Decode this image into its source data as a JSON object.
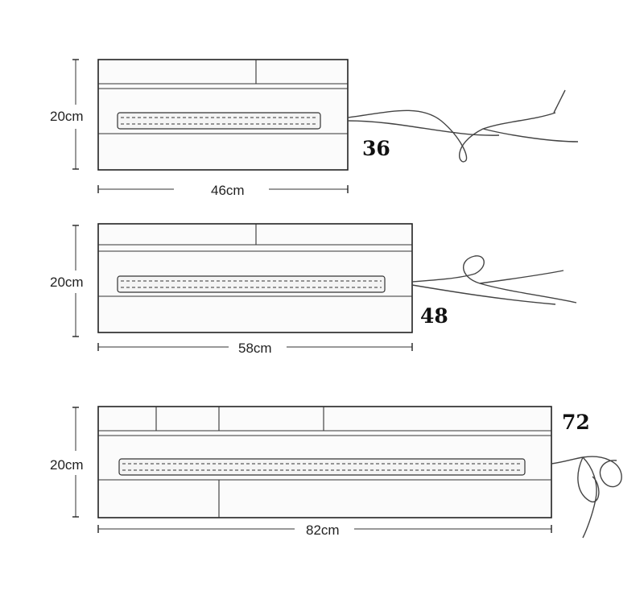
{
  "rolls": [
    {
      "id": "roll-36",
      "count": "36",
      "height_label": "20cm",
      "width_label": "46cm"
    },
    {
      "id": "roll-48",
      "count": "48",
      "height_label": "20cm",
      "width_label": "58cm"
    },
    {
      "id": "roll-72",
      "count": "72",
      "height_label": "20cm",
      "width_label": "82cm"
    }
  ]
}
